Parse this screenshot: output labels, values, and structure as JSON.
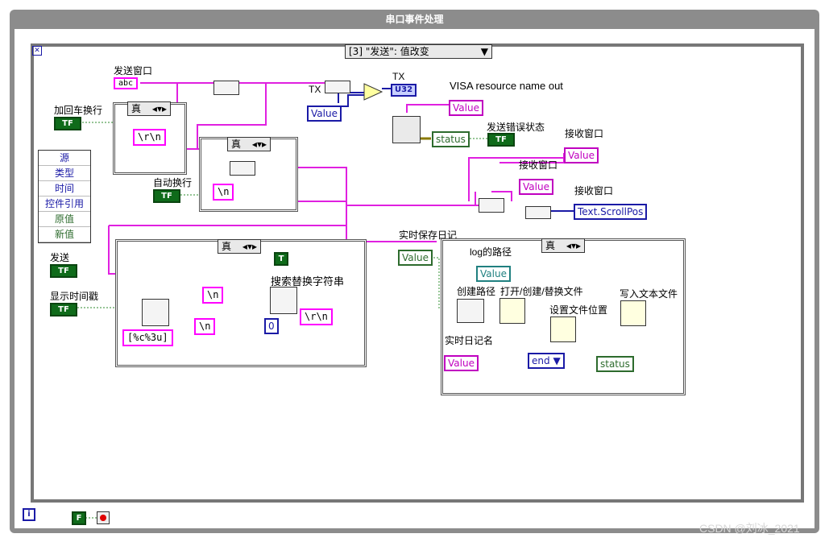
{
  "window": {
    "title": "串口事件处理"
  },
  "event_selector": {
    "label": "[3] \"发送\": 值改变"
  },
  "unbundle": {
    "items": [
      "源",
      "类型",
      "时间",
      "控件引用",
      "原值",
      "新值"
    ]
  },
  "labels": {
    "send_window": "发送窗口",
    "add_cr": "加回车换行",
    "auto_newline": "自动换行",
    "send": "发送",
    "show_timestamp": "显示时间戳",
    "tx": "TX",
    "tx_out": "TX",
    "visa_out": "VISA resource name out",
    "send_error": "发送错误状态",
    "recv1": "接收窗口",
    "recv2": "接收窗口",
    "recv3": "接收窗口",
    "search_replace": "搜索替换字符串",
    "realtime_log": "实时保存日记",
    "log_path": "log的路径",
    "create_path": "创建路径",
    "open_file": "打开/创建/替换文件",
    "set_pos": "设置文件位置",
    "write_file": "写入文本文件",
    "realtime_name": "实时日记名",
    "watermark": "CSDN @刘冰_2021"
  },
  "case_true": "真",
  "constants": {
    "crlf": "\\r\\n",
    "lf1": "\\n",
    "lf2": "\\n",
    "lf3": "\\n",
    "crlf2": "\\r\\n",
    "fmt": "[%c%3u]",
    "zero": "0",
    "end": "end"
  },
  "terminals": {
    "abc": "abc",
    "u32": "U32",
    "value": "Value",
    "status": "status",
    "scroll": "Text.ScrollPos",
    "tf": "TF",
    "f": "F",
    "t": "T",
    "i": "i"
  }
}
